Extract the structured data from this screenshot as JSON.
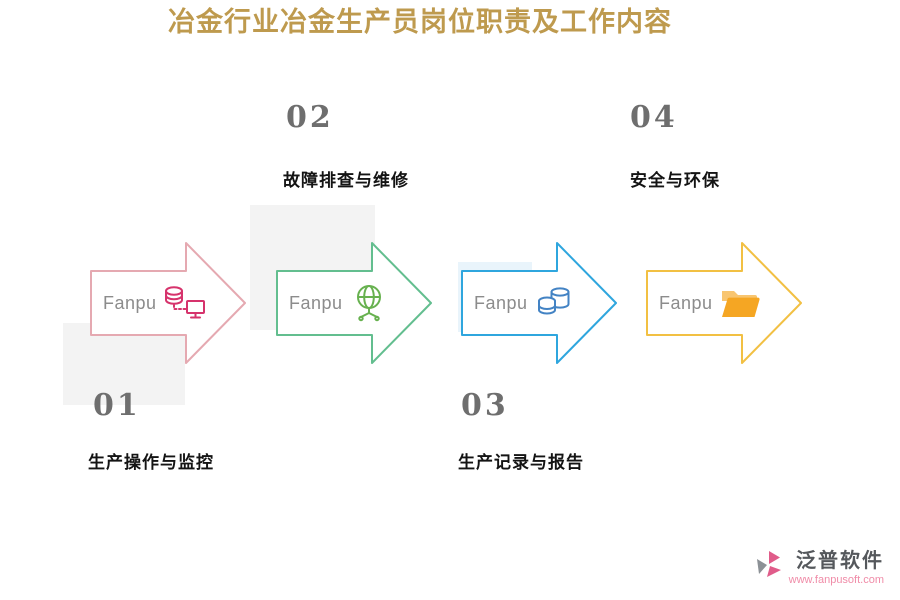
{
  "title": "冶金行业冶金生产员岗位职责及工作内容",
  "steps": [
    {
      "number": "01",
      "label": "生产操作与监控",
      "brand": "Fanpu",
      "arrow_color": "#E5A9B1",
      "icon": "database-monitor-icon",
      "icon_color": "#D6336C",
      "label_position": "bottom"
    },
    {
      "number": "02",
      "label": "故障排查与维修",
      "brand": "Fanpu",
      "arrow_color": "#63BE8F",
      "icon": "globe-network-icon",
      "icon_color": "#67B14F",
      "label_position": "top"
    },
    {
      "number": "03",
      "label": "生产记录与报告",
      "brand": "Fanpu",
      "arrow_color": "#2FA6DE",
      "icon": "database-icon",
      "icon_color": "#4383C4",
      "label_position": "bottom"
    },
    {
      "number": "04",
      "label": "安全与环保",
      "brand": "Fanpu",
      "arrow_color": "#F2C043",
      "icon": "folder-icon",
      "icon_color": "#F5A623",
      "label_position": "top"
    }
  ],
  "footer": {
    "brand": "泛普软件",
    "url": "www.fanpusoft.com",
    "mark_pink": "#E05C8A",
    "mark_gray": "#8C9196",
    "url_color": "#F08CA8"
  }
}
